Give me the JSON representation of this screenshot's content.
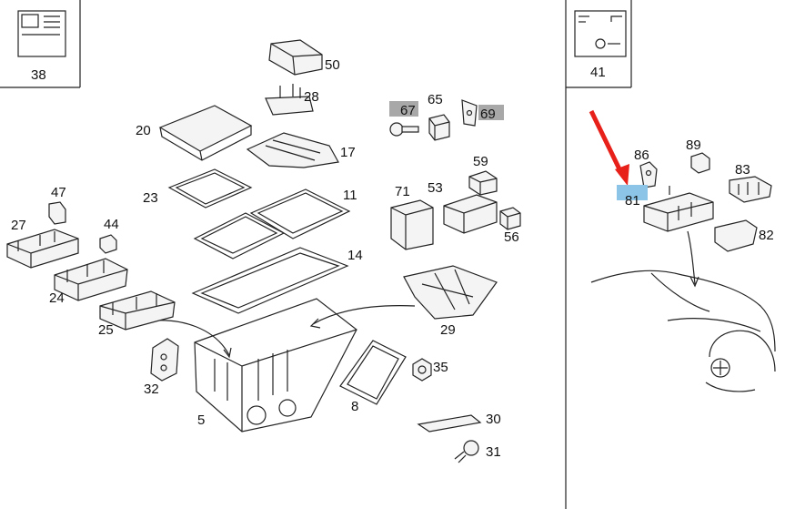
{
  "panels": {
    "left_header_label": "38",
    "right_header_label": "41"
  },
  "callouts": {
    "c50": "50",
    "c28": "28",
    "c20": "20",
    "c17": "17",
    "c67": "67",
    "c65": "65",
    "c69": "69",
    "c23": "23",
    "c11": "11",
    "c71": "71",
    "c53": "53",
    "c59": "59",
    "c56": "56",
    "c14": "14",
    "c47": "47",
    "c27": "27",
    "c44": "44",
    "c24": "24",
    "c25": "25",
    "c29": "29",
    "c32": "32",
    "c5": "5",
    "c8": "8",
    "c35": "35",
    "c30": "30",
    "c31": "31",
    "c86": "86",
    "c89": "89",
    "c83": "83",
    "c81": "81",
    "c82": "82"
  },
  "highlight_colors": {
    "gray_tag": "#a8a8a8",
    "blue_tag": "#8cc4e8",
    "arrow": "#e8201a"
  }
}
